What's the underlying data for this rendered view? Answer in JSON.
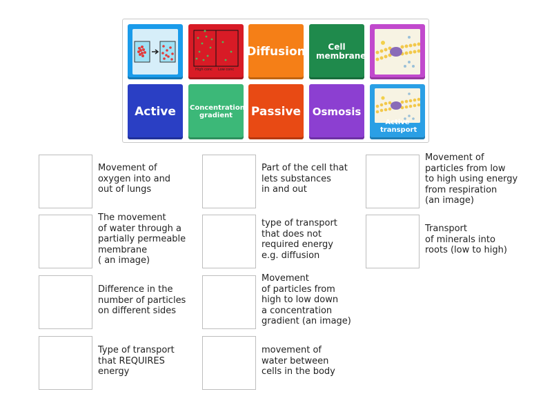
{
  "tiles": [
    {
      "label": "",
      "image": "diffusion-beakers-image",
      "color": "#1a9bea"
    },
    {
      "label": "",
      "image": "concentration-box-image",
      "color": "#d81b26",
      "mini": [
        "High conc",
        "Low conc"
      ]
    },
    {
      "label": "Diffusion",
      "color": "#f57f17"
    },
    {
      "label": "Cell membrane",
      "color": "#1f8a4c"
    },
    {
      "label": "",
      "image": "membrane-protein-image",
      "color": "#c149cd"
    },
    {
      "label": "Active",
      "color": "#2a3fc4"
    },
    {
      "label": "Concentration gradient",
      "color": "#3cb878"
    },
    {
      "label": "Passive",
      "color": "#e84a14"
    },
    {
      "label": "Osmosis",
      "color": "#8c3fd1"
    },
    {
      "label": "Active transport",
      "image": "active-transport-image",
      "color": "#2a9fe5"
    }
  ],
  "clues": [
    "Movement of\noxygen into and\nout of lungs",
    "Part of the cell that\nlets substances\nin and out",
    "Movement of\nparticles from low\nto high using energy\nfrom respiration\n(an image)",
    "The movement\nof water through a\npartially permeable\nmembrane\n( an image)",
    "type of transport\nthat does not\nrequired energy\ne.g. diffusion",
    "Transport\nof minerals into\nroots (low to high)",
    "Difference in the\nnumber of particles\non different sides",
    "Movement\nof particles from\nhigh to low down\na concentration\ngradient (an image)",
    "Type of transport\nthat REQUIRES\nenergy",
    "movement of\nwater between\ncells in the body"
  ]
}
